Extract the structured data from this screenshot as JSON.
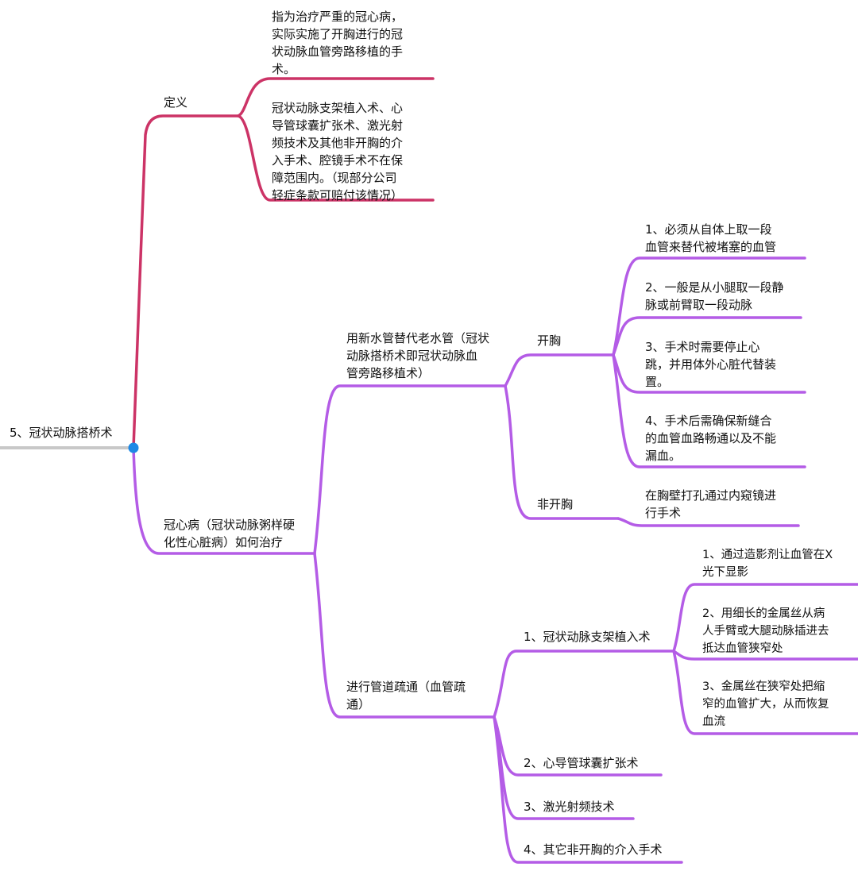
{
  "root": {
    "label": "5、冠状动脉搭桥术"
  },
  "colors": {
    "definition_branch": "#cc3366",
    "treatment_branch": "#b45ce6",
    "root_line": "#c8c8c8",
    "root_dot": "#1e88e5"
  },
  "definition": {
    "label": "定义",
    "items": [
      "指为治疗严重的冠心病，\n实际实施了开胸进行的冠\n状动脉血管旁路移植的手\n术。",
      "冠状动脉支架植入术、心\n导管球囊扩张术、激光射\n频技术及其他非开胸的介\n入手术、腔镜手术不在保\n障范围内。（现部分公司\n轻症条款可赔付该情况）"
    ]
  },
  "treatment": {
    "label": "冠心病（冠状动脉粥样硬\n化性心脏病）如何治疗",
    "bypass": {
      "label": "用新水管替代老水管（冠状\n动脉搭桥术即冠状动脉血\n管旁路移植术）",
      "open_chest": {
        "label": "开胸",
        "steps": [
          "1、必须从自体上取一段\n血管来替代被堵塞的血管",
          "2、一般是从小腿取一段静\n脉或前臂取一段动脉",
          "3、手术时需要停止心\n跳，并用体外心脏代替装\n置。",
          "4、手术后需确保新缝合\n的血管血路畅通以及不能\n漏血。"
        ]
      },
      "non_open_chest": {
        "label": "非开胸",
        "steps": [
          "在胸壁打孔通过内窥镜进\n行手术"
        ]
      }
    },
    "dredge": {
      "label": "进行管道疏通（血管疏\n通）",
      "stent": {
        "label": "1、冠状动脉支架植入术",
        "steps": [
          "1、通过造影剂让血管在X\n光下显影",
          "2、用细长的金属丝从病\n人手臂或大腿动脉插进去\n抵达血管狭窄处",
          "3、金属丝在狭窄处把缩\n窄的血管扩大，从而恢复\n血流"
        ]
      },
      "others": [
        "2、心导管球囊扩张术",
        "3、激光射频技术",
        "4、其它非开胸的介入手术"
      ]
    }
  }
}
